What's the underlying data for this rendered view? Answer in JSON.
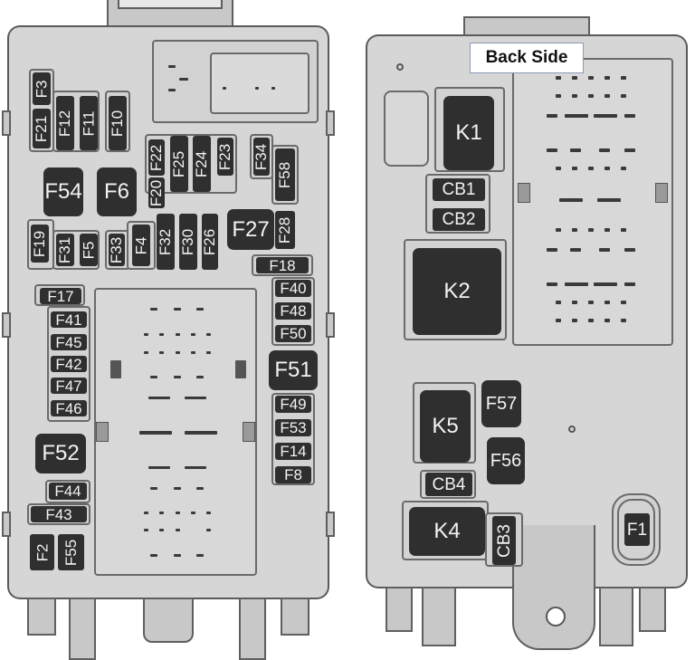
{
  "diagram": {
    "type": "fuse-box-layout",
    "front_panel": {
      "fuses": [
        {
          "id": "F3",
          "label": "F3"
        },
        {
          "id": "F21",
          "label": "F21"
        },
        {
          "id": "F12",
          "label": "F12"
        },
        {
          "id": "F11",
          "label": "F11"
        },
        {
          "id": "F10",
          "label": "F10"
        },
        {
          "id": "F22",
          "label": "F22"
        },
        {
          "id": "F25",
          "label": "F25"
        },
        {
          "id": "F24",
          "label": "F24"
        },
        {
          "id": "F23",
          "label": "F23"
        },
        {
          "id": "F34",
          "label": "F34"
        },
        {
          "id": "F58",
          "label": "F58"
        },
        {
          "id": "F54",
          "label": "F54"
        },
        {
          "id": "F6",
          "label": "F6"
        },
        {
          "id": "F20",
          "label": "F20"
        },
        {
          "id": "F27",
          "label": "F27"
        },
        {
          "id": "F28",
          "label": "F28"
        },
        {
          "id": "F19",
          "label": "F19"
        },
        {
          "id": "F31",
          "label": "F31"
        },
        {
          "id": "F5",
          "label": "F5"
        },
        {
          "id": "F33",
          "label": "F33"
        },
        {
          "id": "F4",
          "label": "F4"
        },
        {
          "id": "F32",
          "label": "F32"
        },
        {
          "id": "F30",
          "label": "F30"
        },
        {
          "id": "F26",
          "label": "F26"
        },
        {
          "id": "F18",
          "label": "F18"
        },
        {
          "id": "F17",
          "label": "F17"
        },
        {
          "id": "F40",
          "label": "F40"
        },
        {
          "id": "F41",
          "label": "F41"
        },
        {
          "id": "F48",
          "label": "F48"
        },
        {
          "id": "F45",
          "label": "F45"
        },
        {
          "id": "F50",
          "label": "F50"
        },
        {
          "id": "F42",
          "label": "F42"
        },
        {
          "id": "F51",
          "label": "F51"
        },
        {
          "id": "F47",
          "label": "F47"
        },
        {
          "id": "F46",
          "label": "F46"
        },
        {
          "id": "F49",
          "label": "F49"
        },
        {
          "id": "F53",
          "label": "F53"
        },
        {
          "id": "F52",
          "label": "F52"
        },
        {
          "id": "F14",
          "label": "F14"
        },
        {
          "id": "F8",
          "label": "F8"
        },
        {
          "id": "F44",
          "label": "F44"
        },
        {
          "id": "F43",
          "label": "F43"
        },
        {
          "id": "F2",
          "label": "F2"
        },
        {
          "id": "F55",
          "label": "F55"
        }
      ]
    },
    "back_panel": {
      "title": "Back Side",
      "components": [
        {
          "id": "K1",
          "label": "K1"
        },
        {
          "id": "CB1",
          "label": "CB1"
        },
        {
          "id": "CB2",
          "label": "CB2"
        },
        {
          "id": "K2",
          "label": "K2"
        },
        {
          "id": "K5",
          "label": "K5"
        },
        {
          "id": "F57",
          "label": "F57"
        },
        {
          "id": "F56",
          "label": "F56"
        },
        {
          "id": "CB4",
          "label": "CB4"
        },
        {
          "id": "K4",
          "label": "K4"
        },
        {
          "id": "CB3",
          "label": "CB3"
        },
        {
          "id": "F1",
          "label": "F1"
        }
      ]
    },
    "colors": {
      "housing": "#d6d6d6",
      "outline": "#5a5a5a",
      "fuse_fill": "#2f2f2f",
      "fuse_text": "#f2f2f2",
      "label_box": "#ffffff"
    }
  }
}
